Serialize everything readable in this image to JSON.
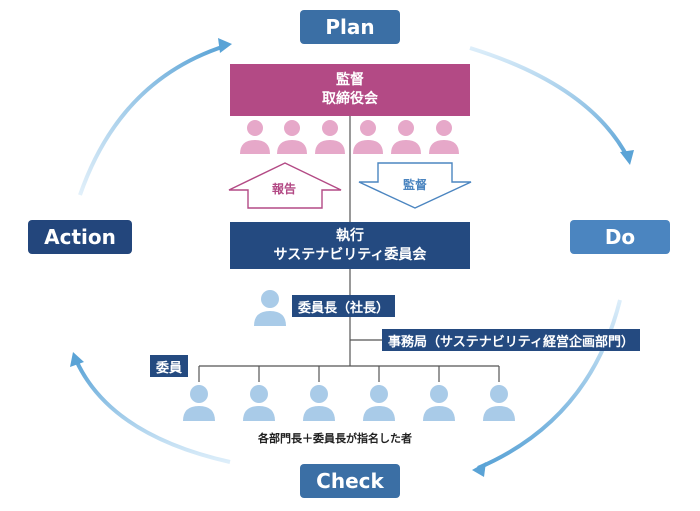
{
  "cycle": {
    "plan": "Plan",
    "do": "Do",
    "check": "Check",
    "action": "Action"
  },
  "supervision": {
    "line1": "監督",
    "line2": "取締役会",
    "person_count": 6
  },
  "arrows": {
    "report": "報告",
    "supervise": "監督"
  },
  "execution": {
    "line1": "執行",
    "line2": "サステナビリティ委員会"
  },
  "chairperson": "委員長（社長）",
  "secretariat": "事務局（サステナビリティ経営企画部門）",
  "members": {
    "label": "委員",
    "person_count": 6,
    "note": "各部門長＋委員長が指名した者"
  },
  "colors": {
    "navy": "#244a80",
    "mid_blue": "#3b6fa5",
    "light_blue": "#4b85c0",
    "magenta": "#b34a85",
    "pink_person": "#e6a8c9",
    "blue_person": "#a9cbe8",
    "cycle_arrow": "#5aa3d6"
  }
}
